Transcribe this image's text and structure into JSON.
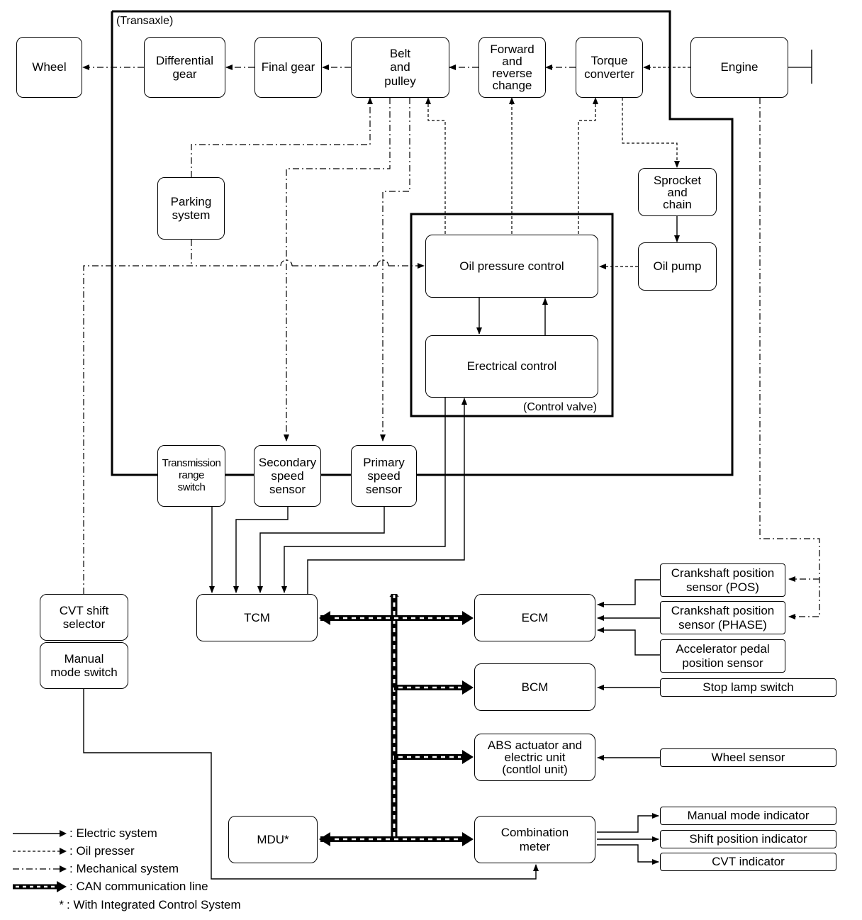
{
  "labels": {
    "transaxle": "(Transaxle)",
    "control_valve": "(Control valve)"
  },
  "nodes": {
    "wheel": "Wheel",
    "differential_gear": "Differential\ngear",
    "final_gear": "Final gear",
    "belt_pulley": "Belt\nand\npulley",
    "forward_reverse": "Forward\nand\nreverse\nchange",
    "torque_converter": "Torque\nconverter",
    "engine": "Engine",
    "sprocket_chain": "Sprocket\nand\nchain",
    "oil_pump": "Oil pump",
    "parking_system": "Parking\nsystem",
    "oil_pressure_control": "Oil pressure control",
    "electrical_control": "Erectrical control",
    "transmission_range_switch": "Transmission\nrange\nswitch",
    "secondary_speed_sensor": "Secondary\nspeed\nsensor",
    "primary_speed_sensor": "Primary\nspeed\nsensor",
    "cvt_shift_selector": "CVT shift\nselector",
    "manual_mode_switch": "Manual\nmode switch",
    "tcm": "TCM",
    "ecm": "ECM",
    "bcm": "BCM",
    "abs": "ABS actuator and\nelectric unit\n(contlol unit)",
    "mdu": "MDU*",
    "combination_meter": "Combination\nmeter",
    "crank_pos": "Crankshaft position\nsensor (POS)",
    "crank_phase": "Crankshaft position\nsensor (PHASE)",
    "accel_pedal": "Accelerator pedal\nposition sensor",
    "stop_lamp": "Stop lamp switch",
    "wheel_sensor": "Wheel sensor",
    "manual_mode_indicator": "Manual mode indicator",
    "shift_position_indicator": "Shift position indicator",
    "cvt_indicator": "CVT indicator"
  },
  "legend": {
    "electric": ": Electric system",
    "oil": ": Oil presser",
    "mechanical": ": Mechanical system",
    "can": ": CAN communication line",
    "note_symbol": "*",
    "note": ": With Integrated Control System"
  }
}
